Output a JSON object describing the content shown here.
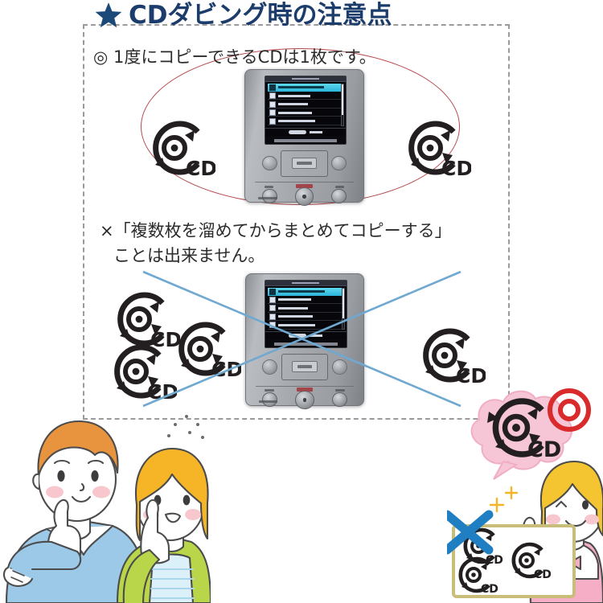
{
  "header": {
    "star_icon": "star-icon",
    "title": "CDダビング時の注意点",
    "title_color": "#1c3d6b",
    "star_color": "#1c4a78"
  },
  "panel": {
    "border_style": "dashed",
    "border_color": "#9b9b9b"
  },
  "notes": [
    {
      "id": "note-ok",
      "marker": "◎",
      "text": "◎ 1度にコピーできるCDは1枚です。",
      "highlight": {
        "shape": "ellipse",
        "color": "#b5494f"
      }
    },
    {
      "id": "note-ng",
      "marker": "×",
      "line1": "×「複数枚を溜めてからまとめてコピーする」",
      "line2": "ことは出来ません。",
      "highlight": {
        "shape": "cross",
        "color": "#4f93c8"
      }
    }
  ],
  "devices": [
    {
      "id": "device-top",
      "label": "cd-recorder-device"
    },
    {
      "id": "device-bottom",
      "label": "cd-recorder-device"
    }
  ],
  "device_screen": {
    "selected_row_color": "#2bb4d8",
    "rows": 5,
    "selected_index": 0
  },
  "cd_icons": {
    "label": "CD",
    "color": "#231f20",
    "top_section_count": 2,
    "bottom_section_count": 4
  },
  "bottom_art": {
    "man": {
      "name": "man-thinking",
      "hair": "#e8943e",
      "shirt": "#9cc9e8"
    },
    "woman_center": {
      "name": "woman-pointing",
      "hair": "#f5b527",
      "top": "#b9d64a",
      "apron": "#bfe0f0"
    },
    "woman_right": {
      "name": "woman-holding-cd-case",
      "hair": "#f5c431",
      "dress": "#f6aec6"
    },
    "speech_bubble": {
      "name": "cd-speech-bubble",
      "fill": "#f7c6d6",
      "label": "CD"
    },
    "circle_mark": {
      "name": "correct-circle-mark",
      "color": "#d92b2b"
    },
    "cross_mark": {
      "name": "wrong-cross-mark",
      "color": "#1f7fc2"
    },
    "sparkle": {
      "name": "sparkle-icon",
      "color": "#f5b527"
    },
    "case_cd_count": 3,
    "case_border": "#c9bd7c"
  }
}
